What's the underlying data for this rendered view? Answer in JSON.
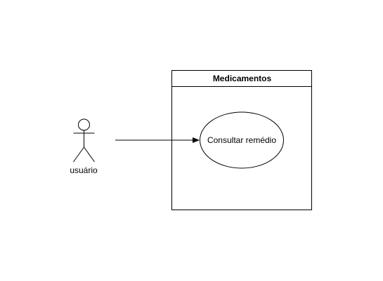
{
  "diagram": {
    "system_boundary": {
      "title": "Medicamentos"
    },
    "use_case": {
      "label": "Consultar remédio"
    },
    "actor": {
      "label": "usuário"
    },
    "association": {
      "from": "usuário",
      "to": "Consultar remédio",
      "arrow": "filled-triangle"
    },
    "colors": {
      "stroke": "#000000",
      "fill": "#ffffff",
      "background": "#ffffff"
    }
  }
}
